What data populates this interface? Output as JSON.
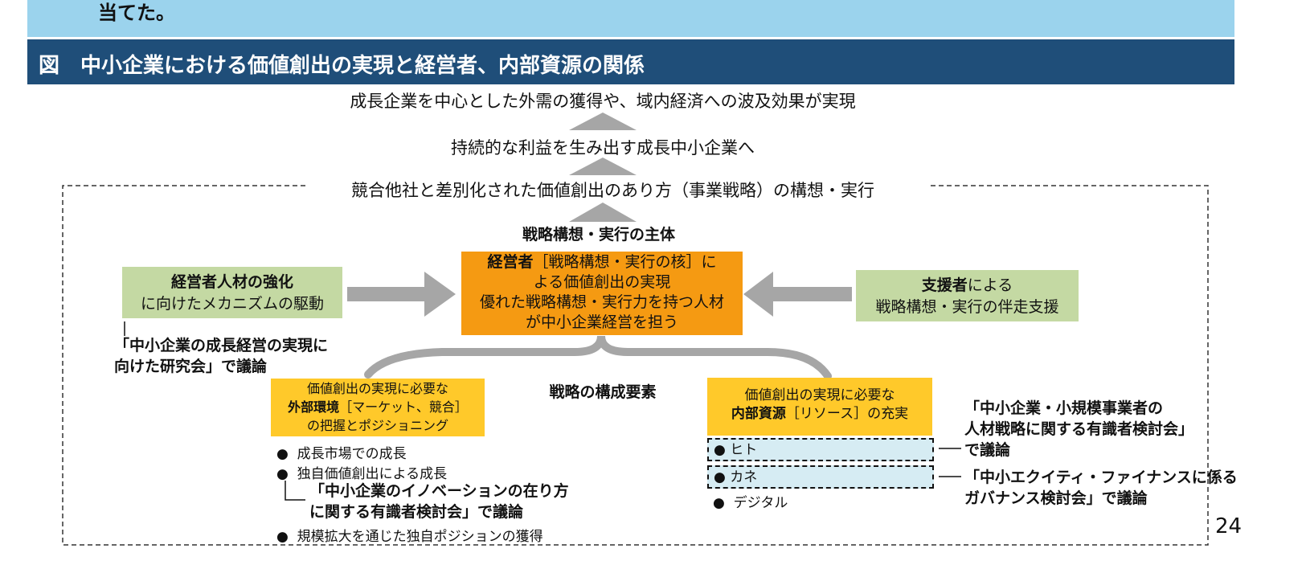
{
  "header": {
    "top_text": "当てた。",
    "figure_title": "図　中小企業における価値創出の実現と経営者、内部資源の関係"
  },
  "diagram": {
    "level1": "成長企業を中心とした外需の獲得や、域内経済への波及効果が実現",
    "level2": "持続的な利益を生み出す成長中小企業へ",
    "level3": "競合他社と差別化された価値創出のあり方（事業戦略）の構想・実行",
    "subject_label": "戦略構想・実行の主体",
    "center": {
      "line1_bold": "経営者",
      "line1_rest": "［戦略構想・実行の核］に",
      "line2": "よる価値創出の実現",
      "line3": "優れた戦略構想・実行力を持つ人材",
      "line4": "が中小企業経営を担う"
    },
    "left_box": {
      "line1": "経営者人材の強化",
      "line2": "に向けたメカニズムの駆動"
    },
    "left_note": {
      "line1": "「中小企業の成長経営の実現に",
      "line2": "向けた研究会」で議論"
    },
    "right_box": {
      "bold": "支援者",
      "rest": "による",
      "line2": "戦略構想・実行の伴走支援"
    },
    "components_label": "戦略の構成要素",
    "external": {
      "line1": "価値創出の実現に必要な",
      "line2_bold": "外部環境",
      "line2_rest": "［マーケット、競合］",
      "line3": "の把握とポジショニング",
      "bullets": [
        "成長市場での成長",
        "独自価値創出による成長",
        "規模拡大を通じた独自ポジションの獲得"
      ],
      "note_line1": "「中小企業のイノベーションの在り方",
      "note_line2": "に関する有識者検討会」で議論"
    },
    "internal": {
      "line1": "価値創出の実現に必要な",
      "line2_bold": "内部資源",
      "line2_rest": "［リソース］の充実",
      "items": [
        "ヒト",
        "カネ",
        "デジタル"
      ]
    },
    "right_note1": {
      "line1": "「中小企業・小規模事業者の",
      "line2": "人材戦略に関する有識者検討会」",
      "line3": "で議論"
    },
    "right_note2": {
      "line1": "「中小エクイティ・ファイナンスに係る",
      "line2": "ガバナンス検討会」で議論"
    }
  },
  "page_number": "24",
  "colors": {
    "title_bg": "#1f4e79",
    "band_bg": "#9bd3ed",
    "green": "#c4d9a3",
    "orange": "#f59a12",
    "yellow": "#ffc92a",
    "arrow": "#a6a6a6"
  }
}
